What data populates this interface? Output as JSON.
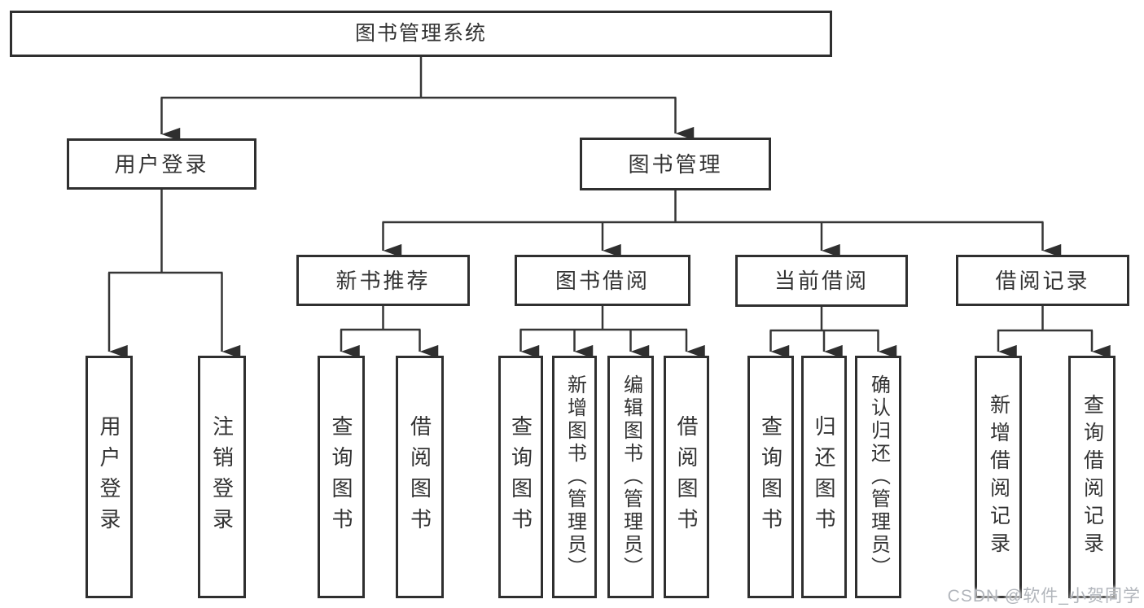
{
  "diagram": {
    "root": {
      "label": "图书管理系统"
    },
    "level2": [
      {
        "label": "用户登录"
      },
      {
        "label": "图书管理"
      }
    ],
    "level3": [
      {
        "label": "新书推荐"
      },
      {
        "label": "图书借阅"
      },
      {
        "label": "当前借阅"
      },
      {
        "label": "借阅记录"
      }
    ],
    "leaves": [
      {
        "label": "用户登录"
      },
      {
        "label": "注销登录"
      },
      {
        "label": "查询图书"
      },
      {
        "label": "借阅图书"
      },
      {
        "label": "查询图书"
      },
      {
        "label": "新增图书（管理员）"
      },
      {
        "label": "编辑图书（管理员）"
      },
      {
        "label": "借阅图书"
      },
      {
        "label": "查询图书"
      },
      {
        "label": "归还图书"
      },
      {
        "label": "确认归还（管理员）"
      },
      {
        "label": "新增借阅记录"
      },
      {
        "label": "查询借阅记录"
      }
    ]
  },
  "watermark": {
    "text": "CSDN @软件_小贺同学"
  },
  "colors": {
    "line": "#363636",
    "box_border": "#2f2f2f",
    "text": "#333333",
    "background": "#ffffff",
    "watermark": "#b2b6bc"
  }
}
